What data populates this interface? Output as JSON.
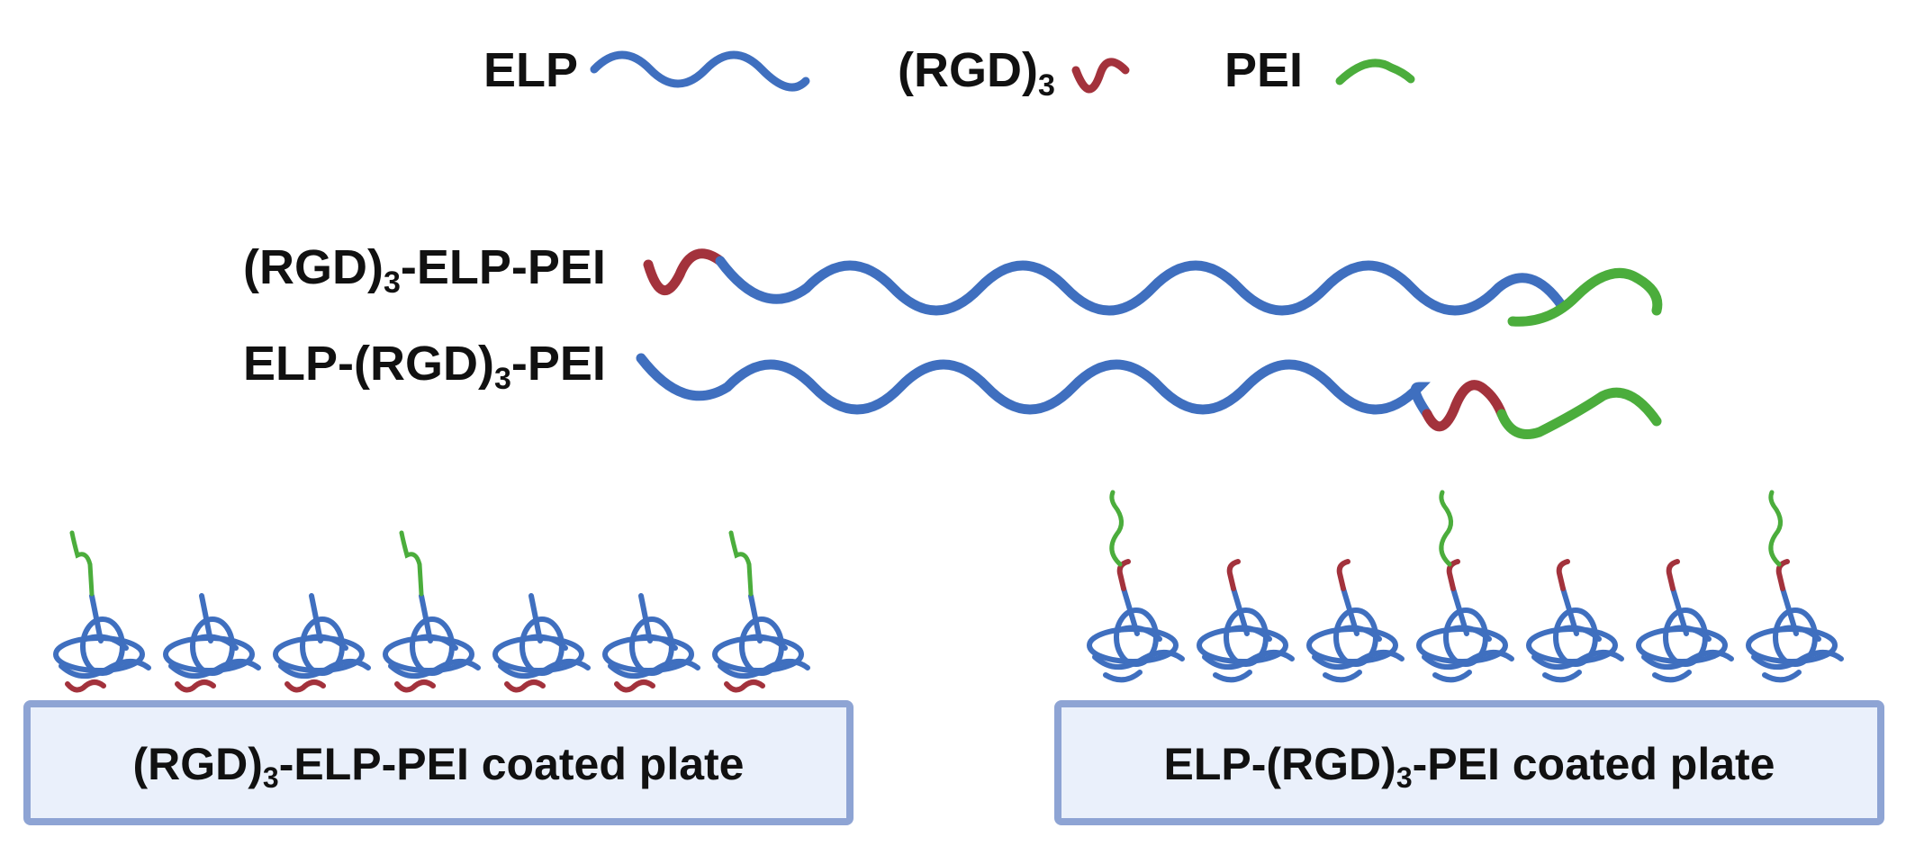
{
  "colors": {
    "elp": "#3f6fbf",
    "rgd": "#a3323c",
    "pei": "#4bad3c",
    "plate_fill": "#eaf0fb",
    "plate_border": "#8ea4d4"
  },
  "legend": {
    "elp_label": "ELP",
    "rgd_label_main": "(RGD)",
    "rgd_label_sub": "3",
    "pei_label": "PEI"
  },
  "constructs": [
    {
      "label_a": "(RGD)",
      "label_sub": "3",
      "label_b": "-ELP-PEI"
    },
    {
      "label_a": "ELP-(RGD)",
      "label_sub": "3",
      "label_b": "-PEI"
    }
  ],
  "plates": [
    {
      "label_a": "(RGD)",
      "label_sub": "3",
      "label_b": "-ELP-PEI coated plate",
      "molecule_count": 7,
      "pei_on_molecules": [
        1,
        4,
        7
      ]
    },
    {
      "label_a": "ELP-(RGD)",
      "label_sub": "3",
      "label_b": "-PEI coated plate",
      "molecule_count": 7,
      "pei_on_molecules": [
        1,
        4,
        7
      ]
    }
  ]
}
